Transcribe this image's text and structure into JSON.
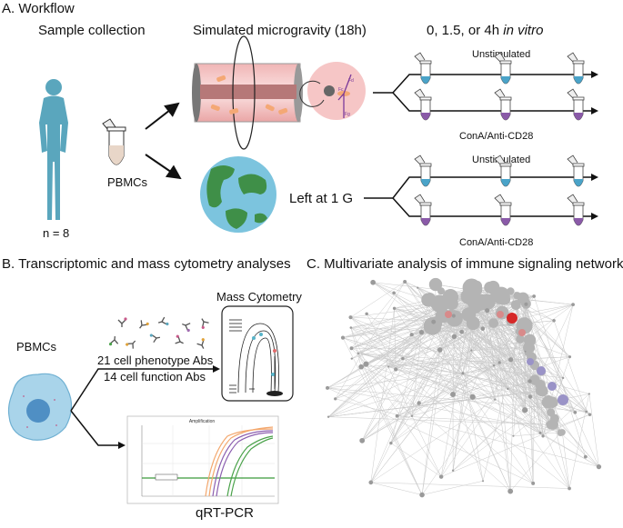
{
  "panel_a": {
    "title": "A. Workflow",
    "col_sample": "Sample collection",
    "col_micro": "Simulated microgravity (18h)",
    "col_time_prefix": "0, 1.5, or 4h ",
    "col_time_italic": "in vitro",
    "n_label": "n = 8",
    "pbmc_label": "PBMCs",
    "ground_label": "Left at 1 G",
    "unstim_1": "Unstimulated",
    "stim_1": "ConA/Anti-CD28",
    "unstim_2": "Unstimulated",
    "stim_2": "ConA/Anti-CD28",
    "force_labels": [
      "Fc",
      "Fd",
      "Fg"
    ]
  },
  "panel_b": {
    "title": "B. Transcriptomic and mass cytometry analyses",
    "pbmc_label": "PBMCs",
    "phenotype_abs": "21 cell phenotype Abs",
    "function_abs": "14 cell function Abs",
    "mass_cytometry": "Mass Cytometry",
    "qpcr": "qRT-PCR",
    "amp_title": "Amplification"
  },
  "panel_c": {
    "title": "C. Multivariate analysis of immune signaling network"
  },
  "colors": {
    "person": "#5aa6bd",
    "unstim_tube": "#4aa3c8",
    "stim_tube": "#8a5aa8",
    "rotator_pink": "#f3c4c4",
    "network_node": "#b0b0b0",
    "node_red": "#d62828",
    "node_purple": "#9a93c7"
  }
}
